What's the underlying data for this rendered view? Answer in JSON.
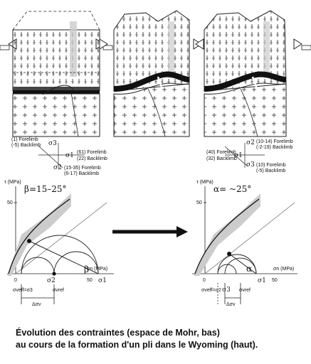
{
  "stress_left": {
    "s3_label": "σ3",
    "s1_label": "σ1",
    "s2_label": "σ2",
    "s3_lines": [
      "(1) Forelimb",
      "(-5) Backlimb"
    ],
    "s1_lines": [
      "(61) Forelimb",
      "(22) Backlimb"
    ],
    "s2_lines": [
      "(15-35) Forelimb",
      "(6-17) Backlimb"
    ]
  },
  "stress_right": {
    "s2_label": "σ2",
    "s1_label": "σ1",
    "s3_label": "σ3",
    "s2_lines": [
      "(10-14) Forelimb",
      "(-2-19) Backlimb"
    ],
    "s1_lines": [
      "(40) Forelimb",
      "(32) Backlimb"
    ],
    "s3_lines": [
      "(10) Forelimb",
      "(-5) Backlimb"
    ]
  },
  "mohr_left": {
    "yaxis": "τ (MPa)",
    "xaxis": "σn (MPa)",
    "y_tick": "50",
    "x_ticks": [
      "0",
      "50"
    ],
    "angle_label": "β=15–25°",
    "beta": "β",
    "s1": "σ1",
    "s2": "σ2",
    "s3_eff": "σveff=σ3",
    "sref": "σvref",
    "delta": "Δσv"
  },
  "mohr_right": {
    "yaxis": "τ (MPa)",
    "xaxis": "σn (MPa)",
    "y_tick": "50",
    "x_ticks": [
      "0",
      "50"
    ],
    "angle_label": "α= ~25°",
    "alpha": "α",
    "s1": "σ1",
    "s2_eff": "σveff=σ2",
    "s3": "σ3",
    "sref": "σvref",
    "delta": "Δσv"
  },
  "caption": {
    "line1": "Évolution des contraintes (espace de Mohr, bas)",
    "line2": "au cours de la formation d'un pli dans le Wyoming (haut)."
  }
}
